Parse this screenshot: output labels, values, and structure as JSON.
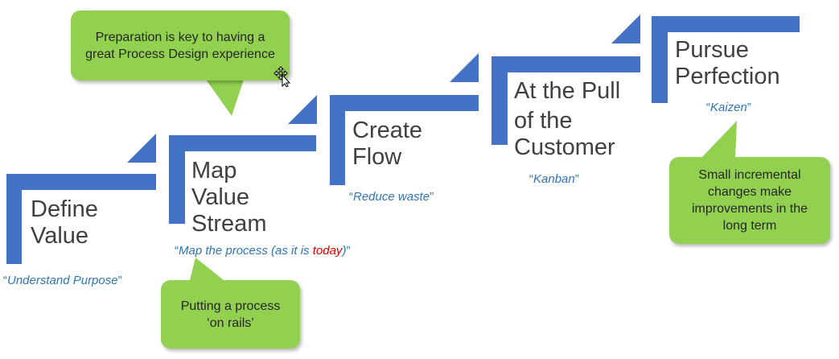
{
  "steps": [
    {
      "title_lines": [
        "Define",
        "Value"
      ],
      "quote": "Understand Purpose"
    },
    {
      "title_lines": [
        "Map",
        "Value",
        "Stream"
      ],
      "quote_before": "Map the process (as it is ",
      "quote_highlight": "today",
      "quote_after": ")"
    },
    {
      "title_lines": [
        "Create",
        "Flow"
      ],
      "quote": "Reduce waste"
    },
    {
      "title_lines": [
        "At the Pull",
        "of the",
        "Customer"
      ],
      "quote": "Kanban"
    },
    {
      "title_lines": [
        "Pursue",
        "Perfection"
      ],
      "quote": "Kaizen"
    }
  ],
  "quote_open": "“",
  "quote_close": "”",
  "callouts": {
    "preparation": "Preparation is key to having a great Process Design experience",
    "rails": "Putting a process ‘on rails’",
    "incremental": "Small incremental changes make improvements in the long term"
  },
  "colors": {
    "step_blue": "#4472c4",
    "callout_green": "#92d050",
    "quote_blue": "#2e75b6",
    "highlight_red": "#e00000",
    "title_gray": "#404040"
  }
}
